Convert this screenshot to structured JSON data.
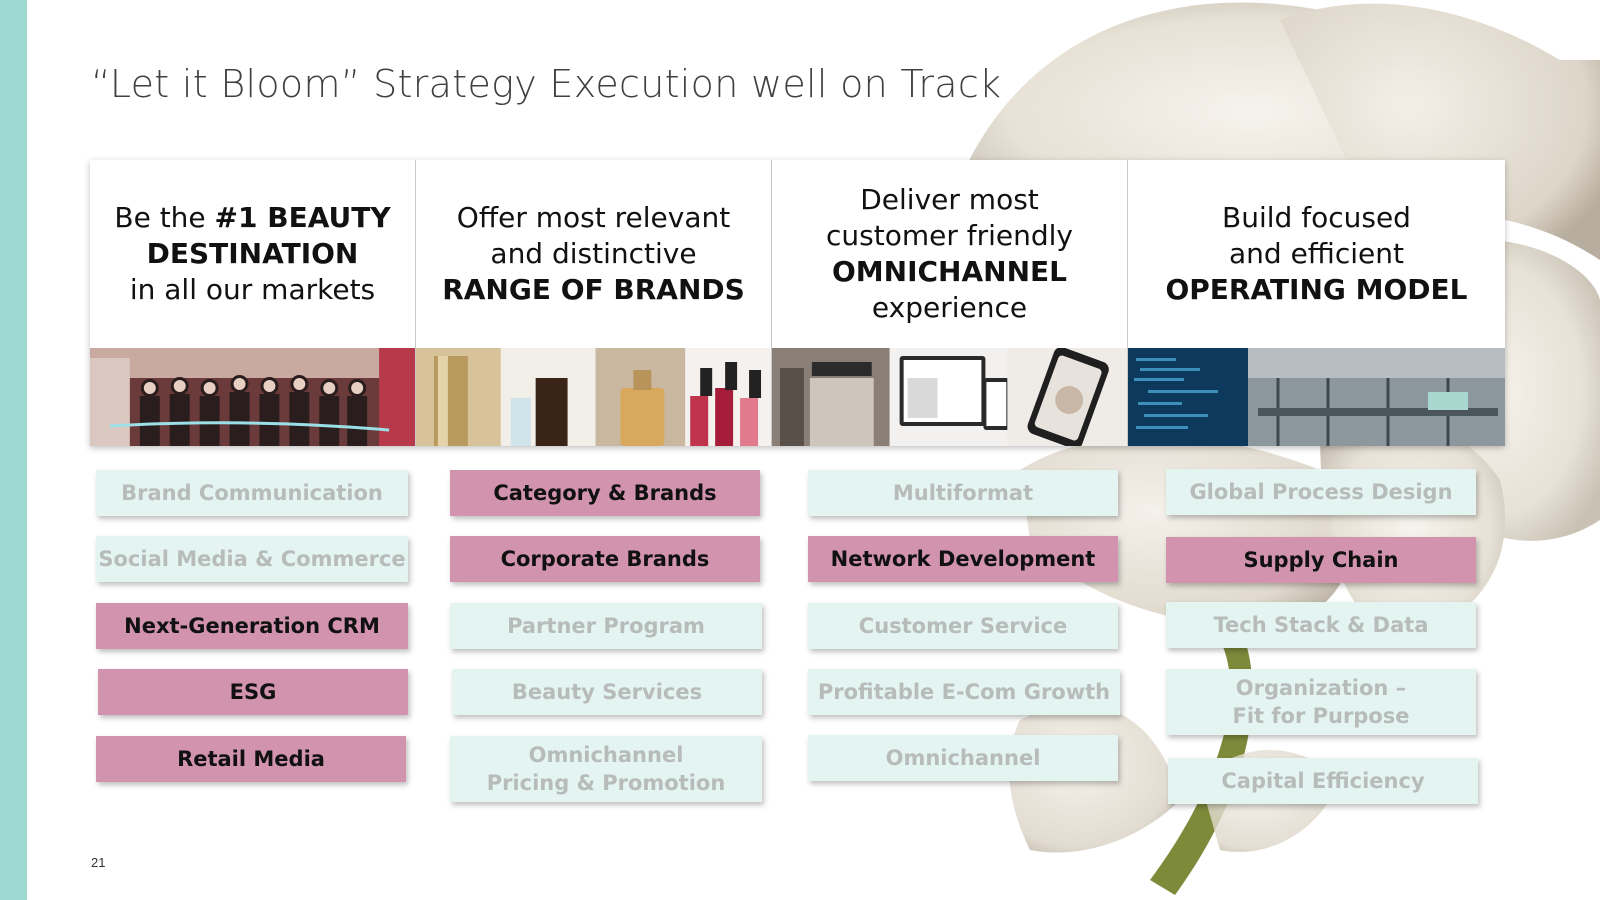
{
  "slide": {
    "title": "“Let it Bloom” Strategy Execution well on Track",
    "page_number": "21"
  },
  "pillars": [
    {
      "lines": [
        {
          "pre": "Be the ",
          "bold": "#1 BEAUTY",
          "post": ""
        },
        {
          "pre": "",
          "bold": "DESTINATION",
          "post": ""
        },
        {
          "pre": "in all our markets",
          "bold": "",
          "post": ""
        }
      ],
      "image": "store-opening-photo"
    },
    {
      "lines": [
        {
          "pre": "Offer most relevant",
          "bold": "",
          "post": ""
        },
        {
          "pre": "and distinctive",
          "bold": "",
          "post": ""
        },
        {
          "pre": "",
          "bold": "RANGE OF BRANDS",
          "post": ""
        }
      ],
      "image": "beauty-products-photo"
    },
    {
      "lines": [
        {
          "pre": "Deliver most",
          "bold": "",
          "post": ""
        },
        {
          "pre": "customer friendly",
          "bold": "",
          "post": ""
        },
        {
          "pre": "",
          "bold": "OMNICHANNEL",
          "post": ""
        },
        {
          "pre": "experience",
          "bold": "",
          "post": ""
        }
      ],
      "image": "omnichannel-devices-photo"
    },
    {
      "lines": [
        {
          "pre": "Build focused",
          "bold": "",
          "post": ""
        },
        {
          "pre": "and efficient",
          "bold": "",
          "post": ""
        },
        {
          "pre": "",
          "bold": "OPERATING MODEL",
          "post": ""
        }
      ],
      "image": "logistics-warehouse-photo"
    }
  ],
  "initiatives": {
    "col1": [
      {
        "label": "Brand Communication",
        "active": false
      },
      {
        "label": "Social Media & Commerce",
        "active": false
      },
      {
        "label": "Next-Generation CRM",
        "active": true
      },
      {
        "label": "ESG",
        "active": true
      },
      {
        "label": "Retail Media",
        "active": true
      }
    ],
    "col2": [
      {
        "label": "Category & Brands",
        "active": true
      },
      {
        "label": "Corporate Brands",
        "active": true
      },
      {
        "label": "Partner Program",
        "active": false
      },
      {
        "label": "Beauty Services",
        "active": false
      },
      {
        "label": "Omnichannel\nPricing & Promotion",
        "active": false
      }
    ],
    "col3": [
      {
        "label": "Multiformat",
        "active": false
      },
      {
        "label": "Network Development",
        "active": true
      },
      {
        "label": "Customer Service",
        "active": false
      },
      {
        "label": "Profitable E-Com Growth",
        "active": false
      },
      {
        "label": "Omnichannel",
        "active": false
      }
    ],
    "col4": [
      {
        "label": "Global Process Design",
        "active": false
      },
      {
        "label": "Supply Chain",
        "active": true
      },
      {
        "label": "Tech Stack & Data",
        "active": false
      },
      {
        "label": "Organization –\nFit for Purpose",
        "active": false
      },
      {
        "label": "Capital Efficiency",
        "active": false
      }
    ]
  },
  "colors": {
    "accent_bar": "#9dd9d0",
    "active_tile": "#d193ad",
    "inactive_tile": "#e3f4f1",
    "inactive_text": "#b7bcbb"
  }
}
